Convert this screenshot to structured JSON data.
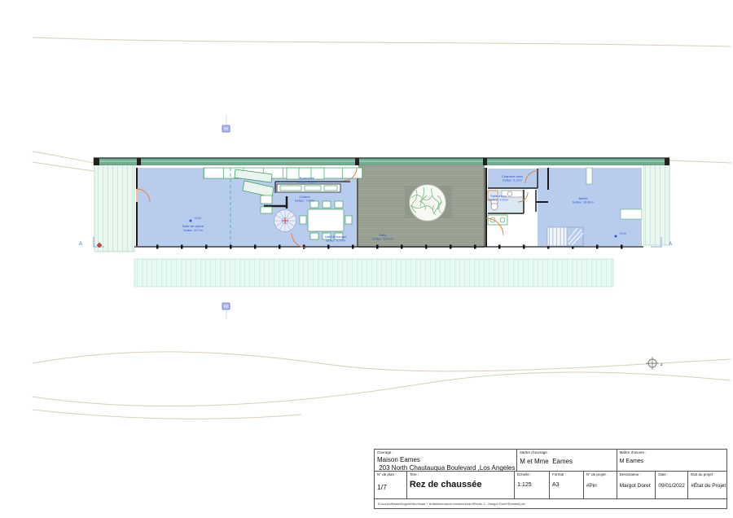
{
  "title_block": {
    "ouvrage_label": "Ouvrage :",
    "ouvrage_line1": "Maison Eames",
    "ouvrage_line2": " 203 North Chautauqua Boulevard ,Los Angeles",
    "maitre_ouvrage_label": "Maître d'ouvrage :",
    "maitre_ouvrage": "M et Mme  Eames",
    "maitre_oeuvre_label": "Maître d'œuvre :",
    "maitre_oeuvre": "M Eames",
    "n_plan_label": "N° de plan :",
    "n_plan": "1/7",
    "titre_label": "Titre :",
    "titre": "Rez de chaussée",
    "echelle_label": "Échelle :",
    "echelle": "1:125",
    "format_label": "Format :",
    "format": "A3",
    "n_projet_label": "N° de projet :",
    "n_projet": "#Pin",
    "dessinateur_label": "Dessinateur :",
    "dessinateur": "Margot Doret",
    "date_label": "Date :",
    "date": "09/01/2022",
    "etat_label": "État du projet :",
    "etat": "#État du Projet",
    "file_path": "D:\\cours\\Master\\logiciel\\Archicad + Artlantis\\maison eames\\rendu\\Rendu 2 - Margot Doret\\Eames5.pln"
  },
  "plan": {
    "rooms": [
      {
        "name": "Salle de séjour",
        "surface": "Surface : 50,7 m²"
      },
      {
        "name": "Buanderie",
        "surface": "Surface : 7,35 m²"
      },
      {
        "name": "Cuisine",
        "surface": "Surface : 7,94 m²"
      },
      {
        "name": "Salle à manger",
        "surface": "Surface : 9,70 m²"
      },
      {
        "name": "Patio",
        "surface": "Surface : 54,04 m²"
      },
      {
        "name": "Chambre amis",
        "surface": "Surface : 9,10 m²"
      },
      {
        "name": "Salle d'eau",
        "surface": "Surface : 4,20 m²"
      },
      {
        "name": "Atelier",
        "surface": "Surface : 36,08 m²"
      }
    ],
    "spot_level_left": "+0,00",
    "spot_level_right": "+0,00",
    "section_marker": "A",
    "origin_symbol_label": "z"
  },
  "colors": {
    "room_fill": "#b8cdee",
    "patio_fill": "#9ca394",
    "deck_fill": "#ecf6f0",
    "terrace_fill": "#eaf8f4",
    "wall_green": "#6fae8e",
    "door_orange": "#e8813c",
    "furniture_green": "#3da05a",
    "label_blue": "#2b50c8",
    "contour_tan": "#d8cfb4"
  }
}
